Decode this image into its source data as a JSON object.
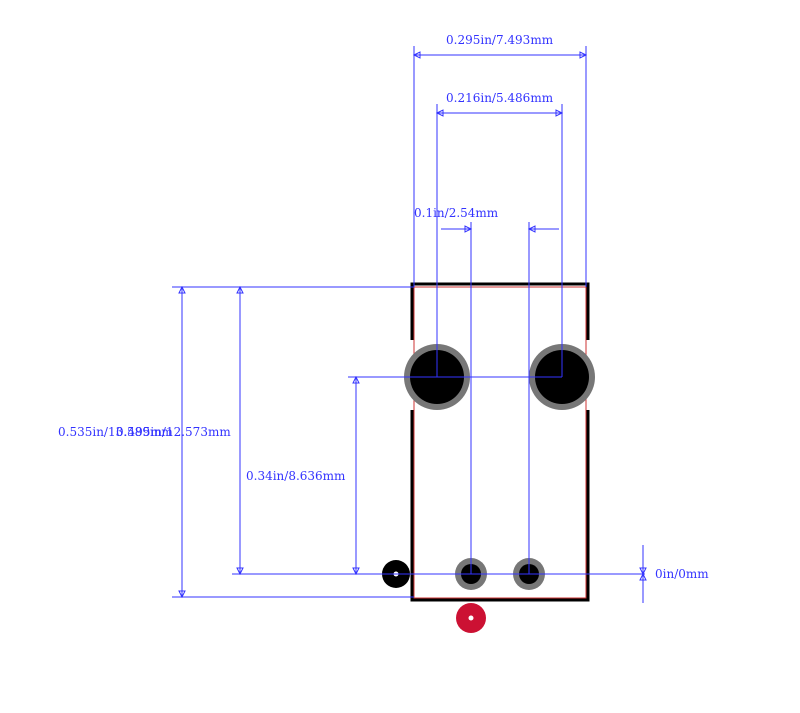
{
  "dimensions": {
    "overall_width": "0.295in/7.493mm",
    "pad_pitch_large": "0.216in/5.486mm",
    "pad_pitch_small": "0.1in/2.54mm",
    "overall_height": "0.535in/13.589mm",
    "height_to_large_pads_overlap": "0.495in/12.573mm",
    "large_pad_offset": "0.34in/8.636mm",
    "origin_offset": "0in/0mm"
  },
  "colors": {
    "dimension": "#3333ff",
    "outline": "#000000",
    "courtyard": "#cc3333",
    "pad_ring": "#777777",
    "pad": "#000000",
    "marker_red": "#cc1133"
  }
}
